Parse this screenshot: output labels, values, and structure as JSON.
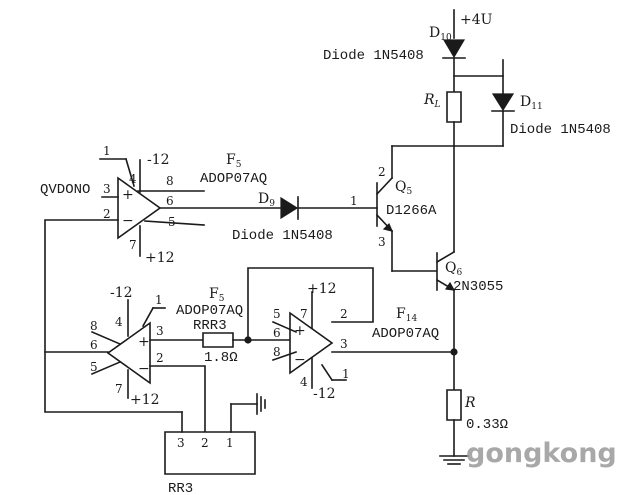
{
  "supply": {
    "plus4u": "+4U"
  },
  "d10": {
    "ref": "D",
    "ref_sub": "10",
    "value": "Diode 1N5408"
  },
  "d11": {
    "ref": "D",
    "ref_sub": "11",
    "value": "Diode 1N5408"
  },
  "rl": {
    "ref": "R",
    "ref_sub": "L"
  },
  "q5": {
    "ref": "Q",
    "ref_sub": "5",
    "part": "D1266A",
    "pin_b": "1",
    "pin_c": "2",
    "pin_e": "3"
  },
  "q6": {
    "ref": "Q",
    "ref_sub": "6",
    "part": "2N3055"
  },
  "d9": {
    "ref": "D",
    "ref_sub": "9",
    "value": "Diode 1N5408"
  },
  "u_top": {
    "signal_label": "QVDONO",
    "ref": "F",
    "ref_sub": "5",
    "part": "ADOP07AQ",
    "pins": {
      "p1": "1",
      "p3": "3",
      "p2": "2",
      "p4": "4",
      "p8": "8",
      "p6": "6",
      "p5": "5",
      "p7": "7"
    },
    "neg_supply": "-12",
    "pos_supply": "+12",
    "plus_sign": "+",
    "minus_sign": "−"
  },
  "u_left": {
    "ref": "F",
    "ref_sub": "5",
    "part": "ADOP07AQ",
    "pins": {
      "p1": "1",
      "p8": "8",
      "p6": "6",
      "p5": "5",
      "p4": "4",
      "p7": "7",
      "p3": "3",
      "p2": "2"
    },
    "neg_supply": "-12",
    "pos_supply": "+12",
    "plus_sign": "+",
    "minus_sign": "−"
  },
  "rrr3": {
    "ref": "RRR3",
    "value": "1.8Ω"
  },
  "u_right": {
    "ref": "F",
    "ref_sub": "14",
    "part": "ADOP07AQ",
    "pins": {
      "p5": "5",
      "p6": "6",
      "p8": "8",
      "p7": "7",
      "p2": "2",
      "p3": "3",
      "p4": "4",
      "p1": "1"
    },
    "pos_supply": "+12",
    "neg_supply": "-12",
    "plus_sign": "+",
    "minus_sign": "−"
  },
  "r_sense": {
    "ref": "R",
    "value": "0.33Ω"
  },
  "rr3": {
    "ref": "RR3",
    "pin3": "3",
    "pin2": "2",
    "pin1": "1"
  },
  "watermark": "gongkong"
}
